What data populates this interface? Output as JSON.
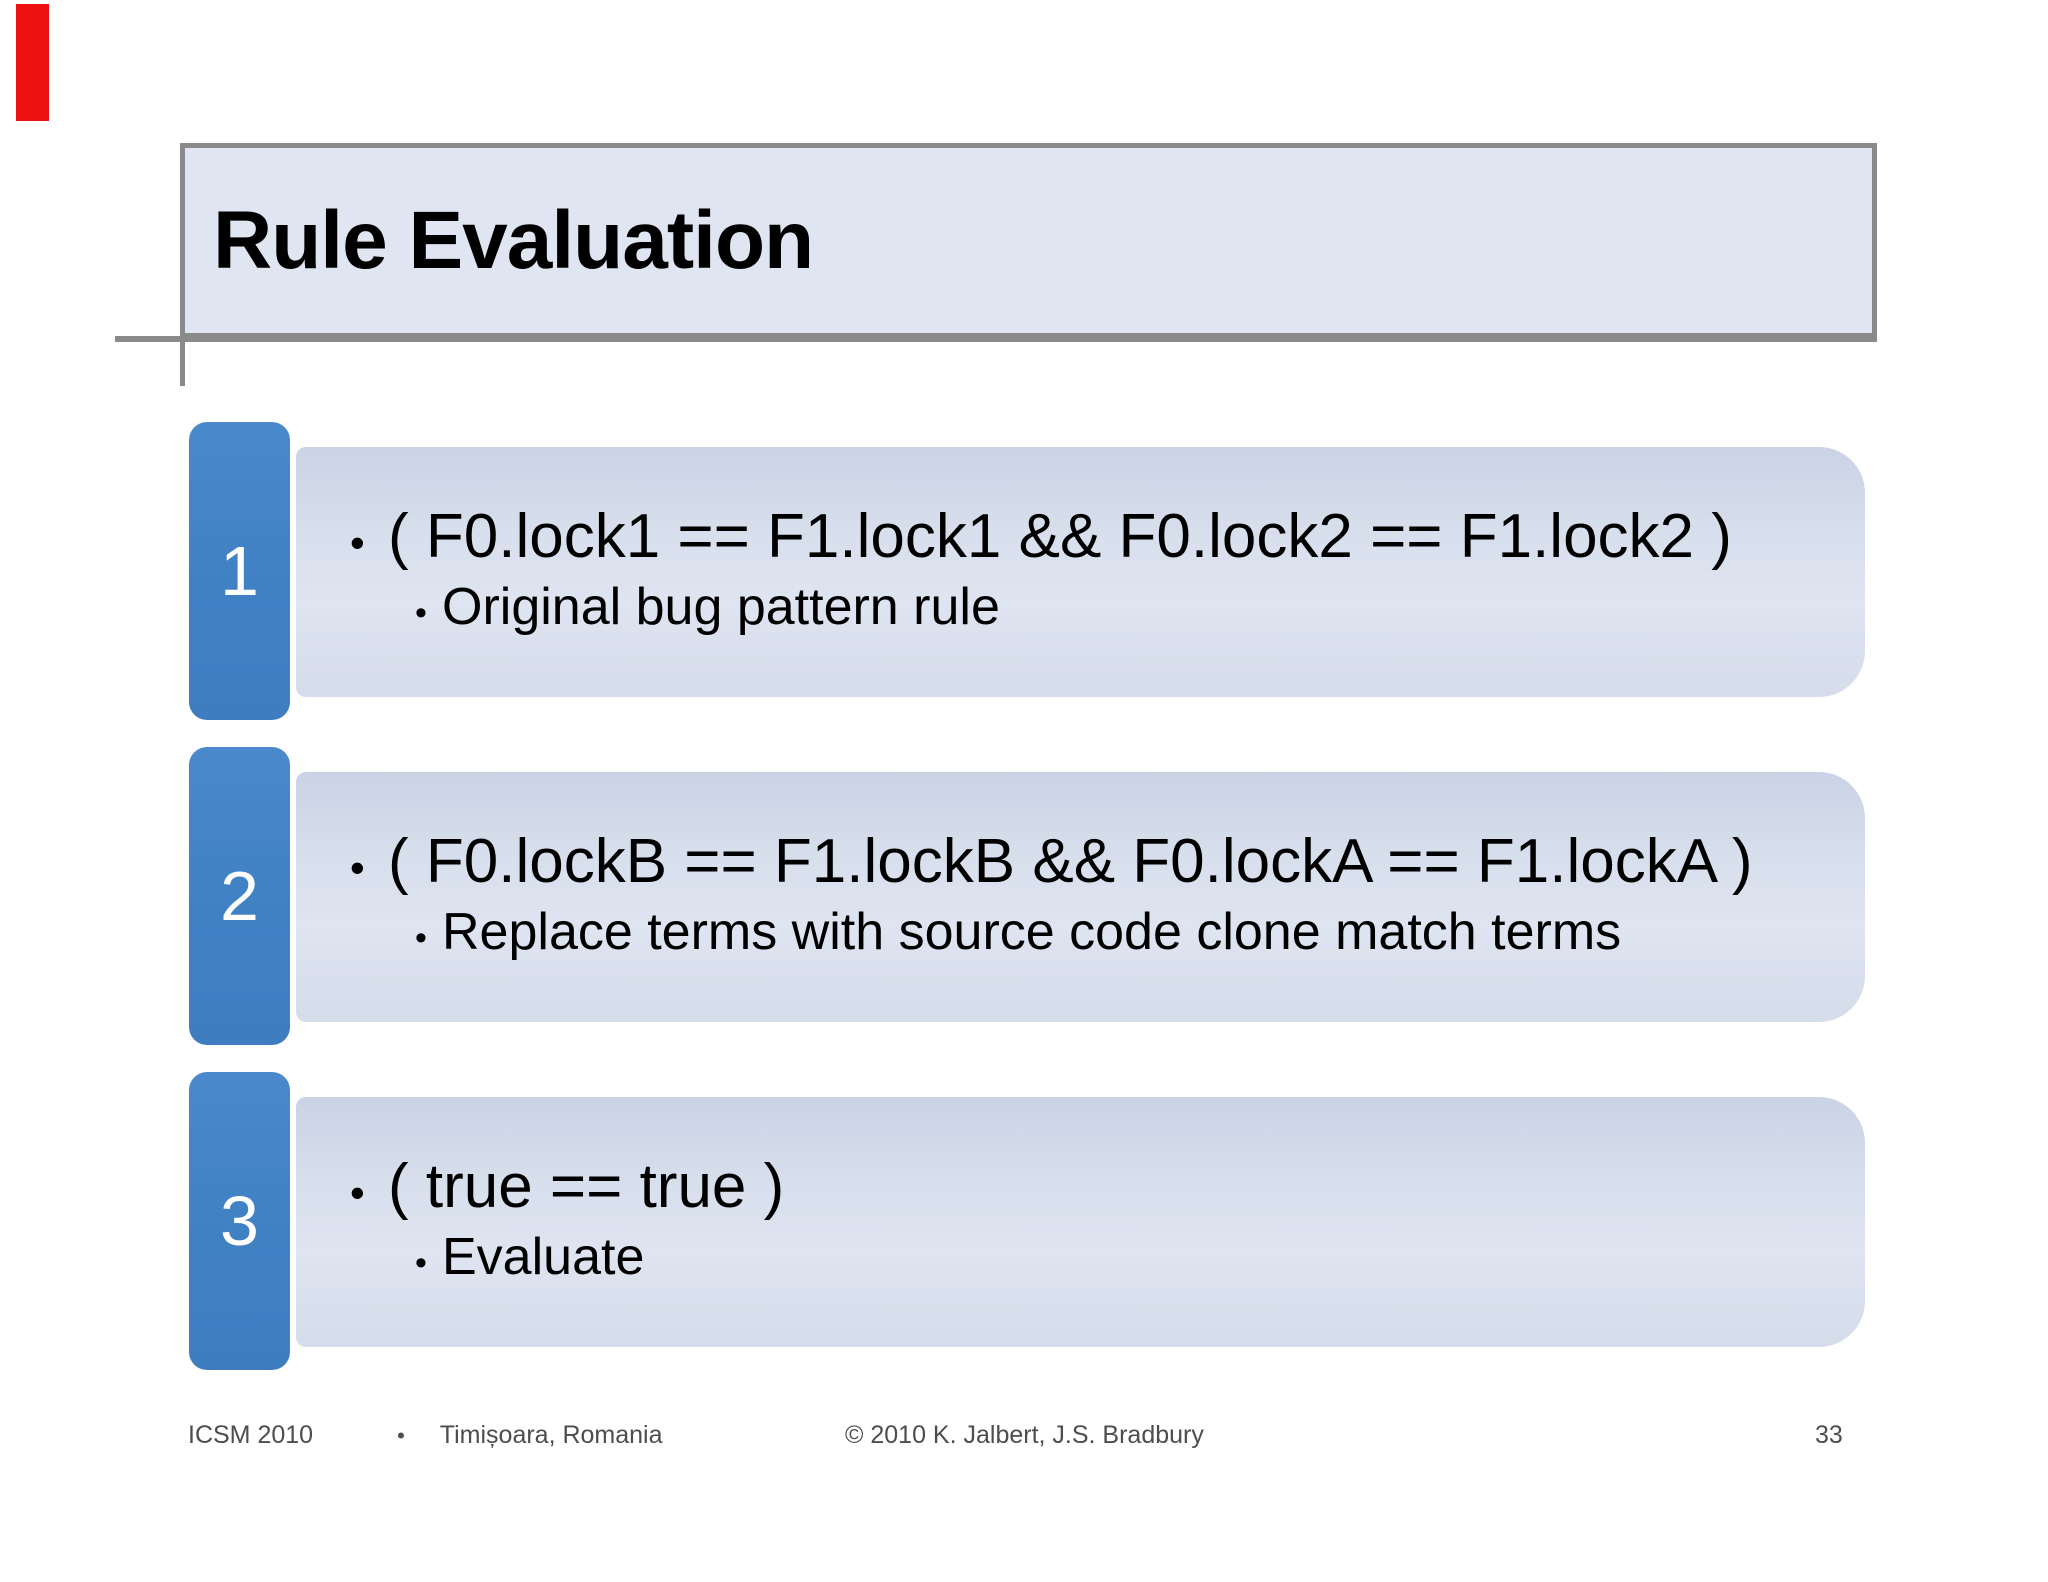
{
  "title": {
    "text": "Rule Evaluation"
  },
  "ui": {
    "bullet": "•"
  },
  "steps": [
    {
      "number": "1",
      "line1": "( F0.lock1 == F1.lock1 && F0.lock2 == F1.lock2 )",
      "line2": "Original bug pattern rule"
    },
    {
      "number": "2",
      "line1": "( F0.lockB == F1.lockB && F0.lockA == F1.lockA )",
      "line2": "Replace terms with source code clone match terms"
    },
    {
      "number": "3",
      "line1": "( true == true )",
      "line2": "Evaluate"
    }
  ],
  "footer": {
    "conference": "ICSM 2010",
    "separator": "•",
    "location": "Timișoara, Romania",
    "copyright": "© 2010 K. Jalbert, J.S. Bradbury",
    "page_number": "33"
  },
  "colors": {
    "red_marker": "#ee1111",
    "tab_blue": "#4182c5",
    "bubble_fill": "#d9e0ed",
    "title_fill": "#dfe5f1",
    "border_gray": "#8a8a8a",
    "footer_gray": "#4d4d4d"
  }
}
